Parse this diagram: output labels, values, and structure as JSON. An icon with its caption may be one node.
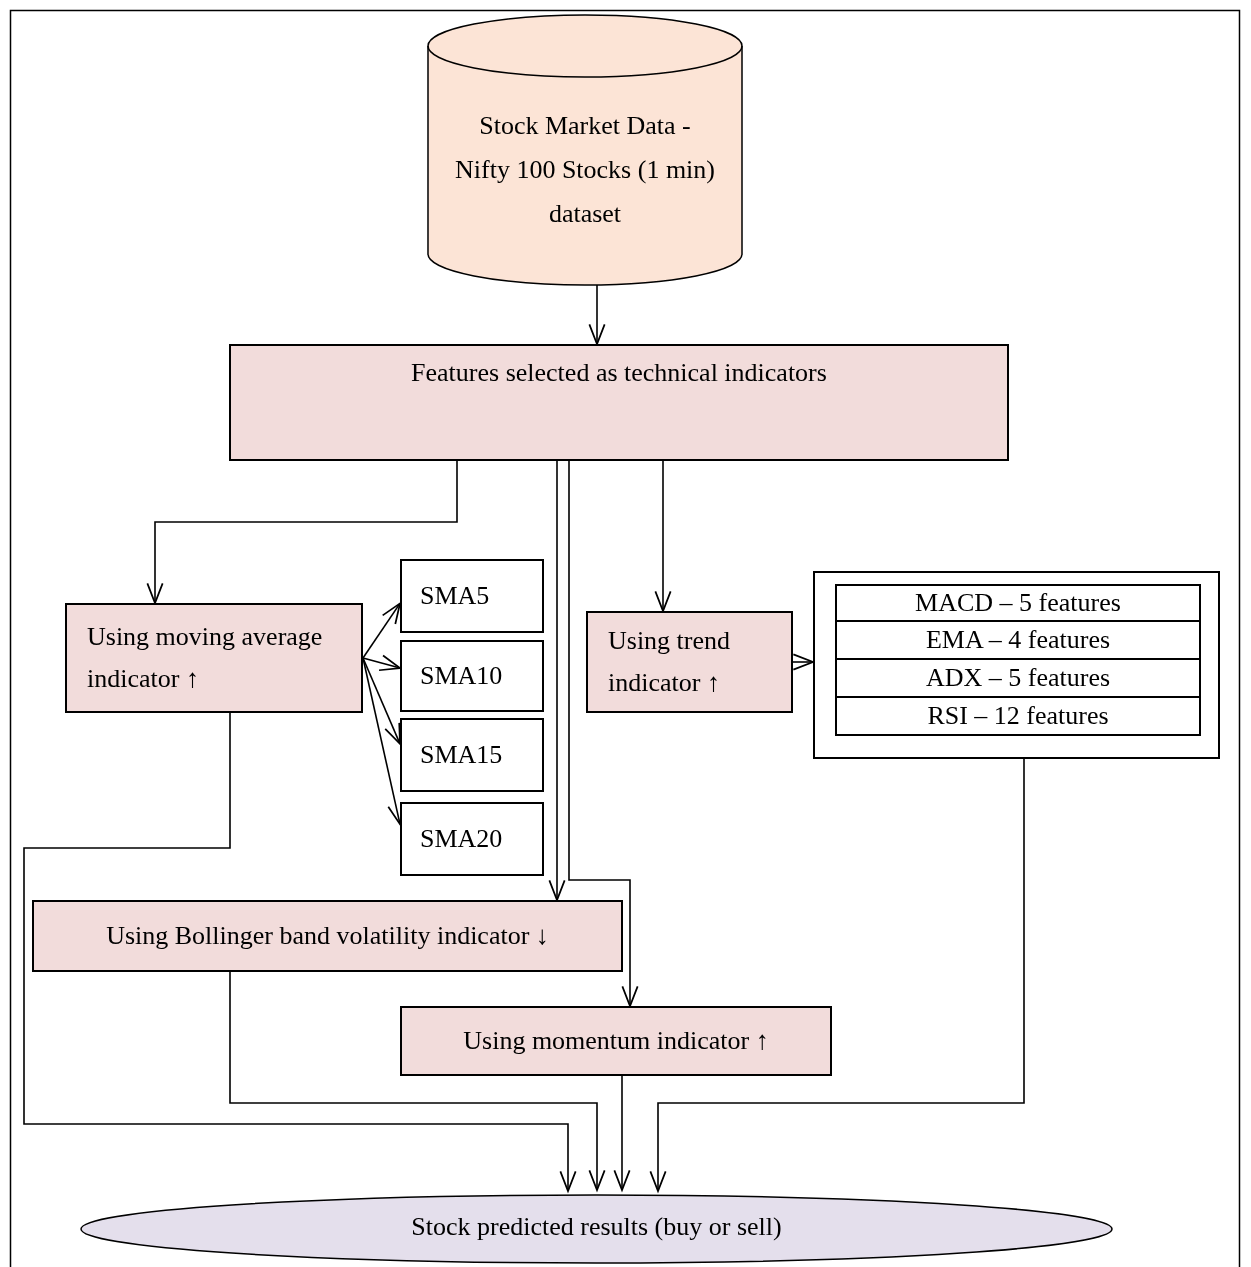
{
  "diagram": {
    "nodes": [
      {
        "text": [
          "Stock Market Data - Nifty 100 Stocks (1 min) dataset"
        ]
      },
      {
        "text": [
          "Features selected as technical indicators"
        ]
      },
      {
        "text": [
          "Using moving average indicator ↑"
        ]
      },
      {
        "text": [
          "SMA5"
        ]
      },
      {
        "text": [
          "SMA10"
        ]
      },
      {
        "text": [
          "SMA15"
        ]
      },
      {
        "text": [
          "SMA20"
        ]
      },
      {
        "text": [
          "Using trend indicator ↑"
        ]
      },
      {
        "text": [],
        "shape": "box"
      },
      {
        "text": [
          "MACD – 5 features"
        ],
        "in": 8
      },
      {
        "text": [
          "EMA – 4 features"
        ],
        "in": 8
      },
      {
        "text": [
          "ADX – 5 features"
        ],
        "in": 8
      },
      {
        "text": [
          "RSI – 12 features"
        ],
        "in": 8
      },
      {
        "text": [
          "Using Bollinger band volatility indicator ↓"
        ]
      },
      {
        "text": [
          "Using momentum indicator  ↑"
        ]
      },
      {
        "text": [
          "Stock predicted results (buy or sell)"
        ]
      }
    ],
    "edges": [
      {
        "from": 0,
        "to": 1,
        "arrow": "to"
      },
      {
        "from": 1,
        "to": 2,
        "arrow": "to"
      },
      {
        "from": 2,
        "to": 3,
        "arrow": "to"
      },
      {
        "from": 2,
        "to": 4,
        "arrow": "to"
      },
      {
        "from": 2,
        "to": 5,
        "arrow": "to"
      },
      {
        "from": 2,
        "to": 6,
        "arrow": "to"
      },
      {
        "from": 1,
        "to": 13,
        "arrow": "to"
      },
      {
        "from": 1,
        "to": 14,
        "arrow": "to"
      },
      {
        "from": 1,
        "to": 7,
        "arrow": "to"
      },
      {
        "from": 7,
        "to": 8,
        "arrow": "to"
      },
      {
        "from": 2,
        "to": 15,
        "arrow": "to"
      },
      {
        "from": 13,
        "to": 15,
        "arrow": "to"
      },
      {
        "from": 14,
        "to": 15,
        "arrow": "to"
      },
      {
        "from": 8,
        "to": 15,
        "arrow": "to"
      }
    ]
  }
}
